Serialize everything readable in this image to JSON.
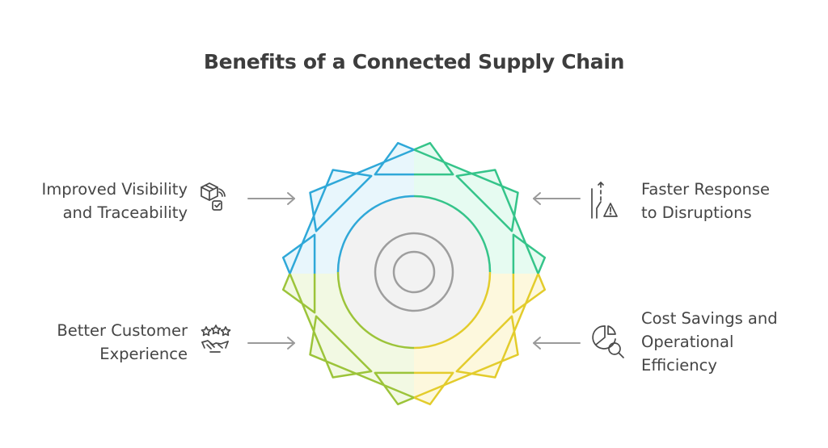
{
  "title": "Benefits of a Connected Supply Chain",
  "benefits": [
    {
      "lines": [
        "Improved Visibility",
        "and Traceability"
      ],
      "icon": "package-wifi-check-icon",
      "color": "#2fa8d8",
      "fill": "#e8f6fc"
    },
    {
      "lines": [
        "Faster Response",
        "to Disruptions"
      ],
      "icon": "route-warning-icon",
      "color": "#35c48a",
      "fill": "#e6fbf1"
    },
    {
      "lines": [
        "Better Customer",
        "Experience"
      ],
      "icon": "stars-handshake-icon",
      "color": "#9cc43a",
      "fill": "#f2f9e3"
    },
    {
      "lines": [
        "Cost Savings and",
        "Operational",
        "Efficiency"
      ],
      "icon": "pie-chart-search-icon",
      "color": "#e3cc2c",
      "fill": "#fdf8dd"
    }
  ],
  "colors": {
    "title": "#3d3d3d",
    "text": "#454545",
    "arrow": "#9a9a9a",
    "hub": "#f2f2f2",
    "hub_ring": "#9e9e9e"
  }
}
